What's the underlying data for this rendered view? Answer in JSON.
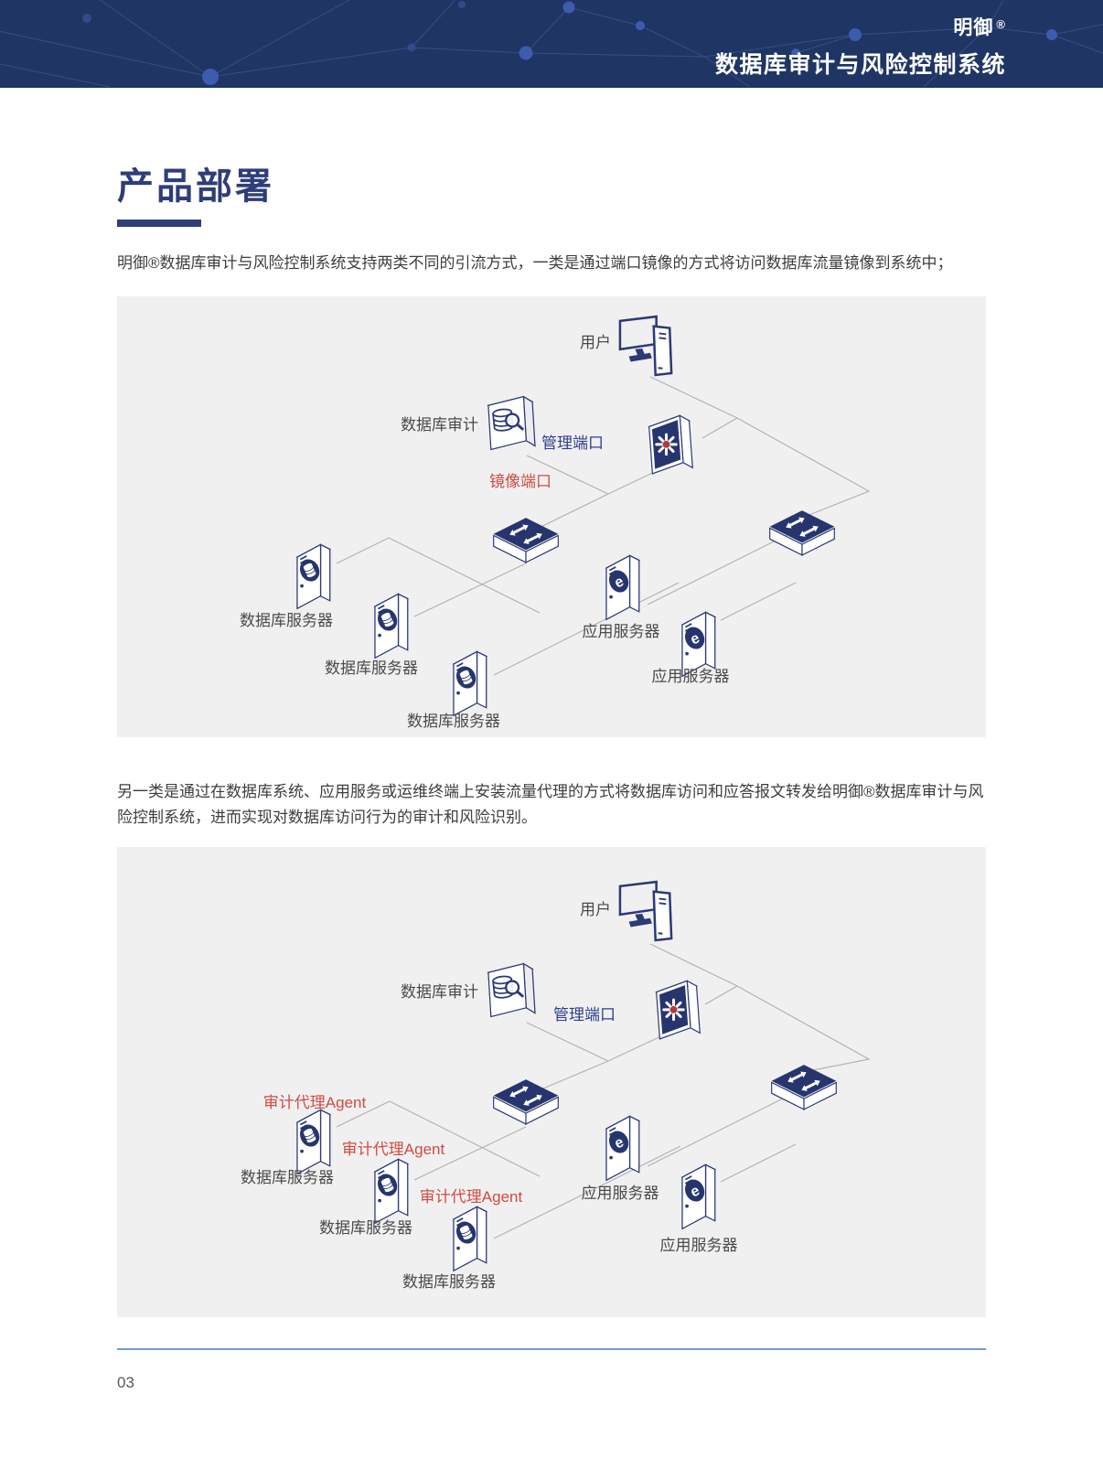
{
  "header": {
    "brand": "明御",
    "reg_mark": "®",
    "product": "数据库审计与风险控制系统"
  },
  "title": "产品部署",
  "intro_paragraph": "明御®数据库审计与风险控制系统支持两类不同的引流方式，一类是通过端口镜像的方式将访问数据库流量镜像到系统中；",
  "second_paragraph": "另一类是通过在数据库系统、应用服务或运维终端上安装流量代理的方式将数据库访问和应答报文转发给明御®数据库审计与风险控制系统，进而实现对数据库访问行为的审计和风险识别。",
  "diagram1": {
    "user_label": "用户",
    "audit_label": "数据库审计",
    "mgmt_port_label": "管理端口",
    "mirror_port_label": "镜像端口",
    "db_server_labels": [
      "数据库服务器",
      "数据库服务器",
      "数据库服务器"
    ],
    "app_server_labels": [
      "应用服务器",
      "应用服务器"
    ]
  },
  "diagram2": {
    "user_label": "用户",
    "audit_label": "数据库审计",
    "mgmt_port_label": "管理端口",
    "agent_labels": [
      "审计代理Agent",
      "审计代理Agent",
      "审计代理Agent"
    ],
    "db_server_labels": [
      "数据库服务器",
      "数据库服务器",
      "数据库服务器"
    ],
    "app_server_labels": [
      "应用服务器",
      "应用服务器"
    ]
  },
  "footer": {
    "page_number": "03"
  },
  "colors": {
    "banner_bg": "#1f3564",
    "title_navy": "#2f3d78",
    "icon_navy": "#27356f",
    "label_blue": "#2c3f8e",
    "label_red": "#d04a42",
    "line_gray": "#b3b3b3",
    "panel_bg": "#f0f0f1",
    "router_core_red": "#b5383a"
  }
}
